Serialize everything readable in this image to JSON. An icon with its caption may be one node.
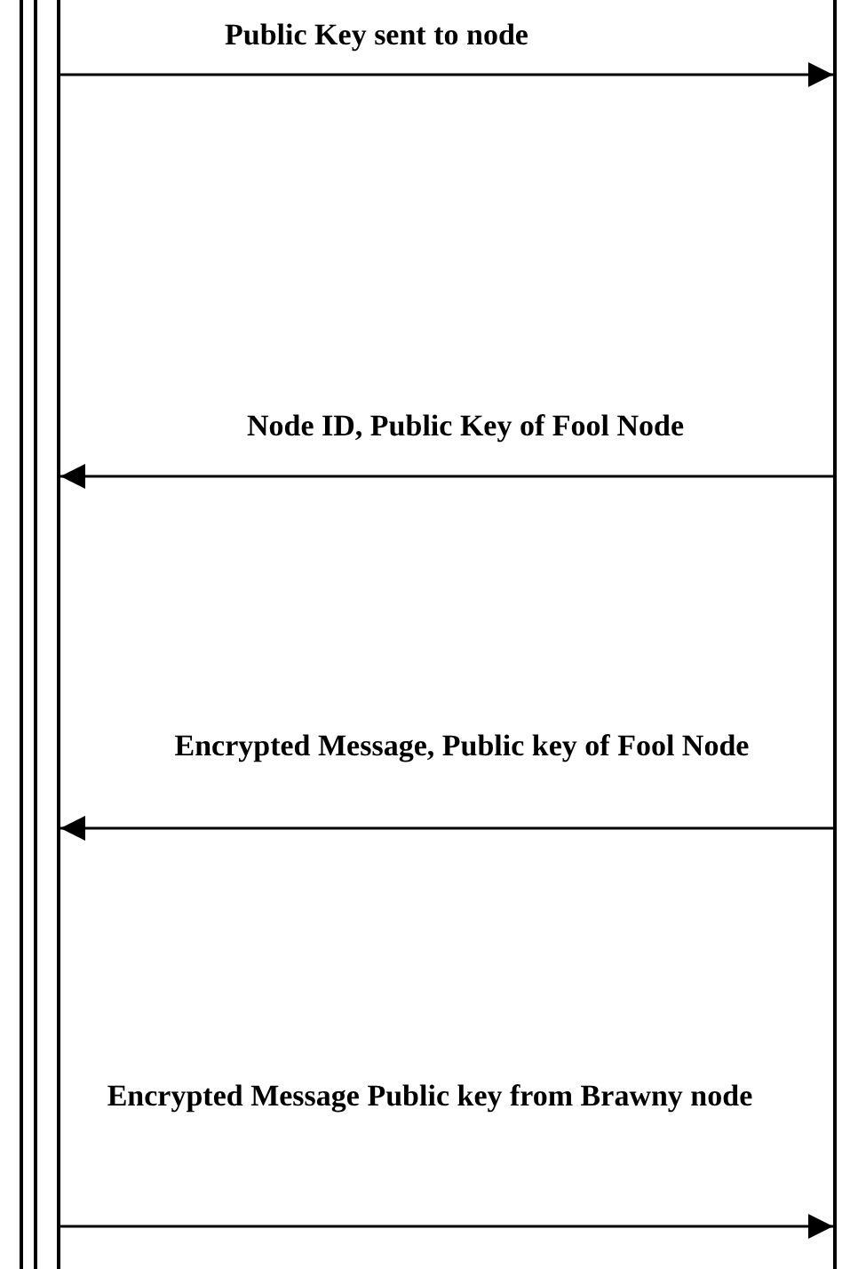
{
  "diagram": {
    "nodes": [
      {
        "text": [],
        "shape": "bar"
      },
      {
        "text": [],
        "shape": "bar"
      }
    ],
    "edges": [
      {
        "from": 0,
        "to": 1,
        "arrow": "to",
        "label": "Public Key sent to node"
      },
      {
        "from": 1,
        "to": 0,
        "arrow": "to",
        "label": "Node ID, Public Key of Fool Node"
      },
      {
        "from": 1,
        "to": 0,
        "arrow": "to",
        "label": "Encrypted Message, Public key of Fool Node"
      },
      {
        "from": 0,
        "to": 1,
        "arrow": "to",
        "label": "Encrypted Message Public key from Brawny node"
      }
    ]
  }
}
